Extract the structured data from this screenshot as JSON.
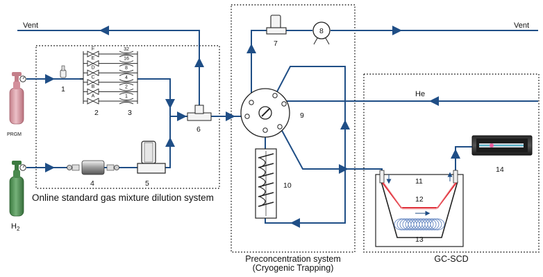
{
  "labels": {
    "vent_left": "Vent",
    "vent_right": "Vent",
    "he": "He",
    "prgm": "PRGM",
    "h2": "H",
    "h2_sub": "2",
    "dilution_system": "Online standard gas mixture dilution system",
    "precon_line1": "Preconcentration system",
    "precon_line2": "(Cryogenic Trapping)",
    "gc_scd": "GC-SCD"
  },
  "valves": [
    "F",
    "E",
    "D",
    "C",
    "B",
    "A"
  ],
  "dilution_ratios": [
    "32",
    "16",
    "8",
    "4",
    "2",
    "1"
  ],
  "components": {
    "c1": "1",
    "c2": "2",
    "c3": "3",
    "c4": "4",
    "c5": "5",
    "c6": "6",
    "c7": "7",
    "c8": "8",
    "c9": "9",
    "c10": "10",
    "c11": "11",
    "c12": "12",
    "c13": "13",
    "c14": "14"
  },
  "colors": {
    "pipe": "#1f4e86",
    "prgm_cylinder": "#d79aa4",
    "h2_cylinder": "#4f8f52",
    "column": "#e0303a",
    "coil": "#6f8fc6"
  }
}
